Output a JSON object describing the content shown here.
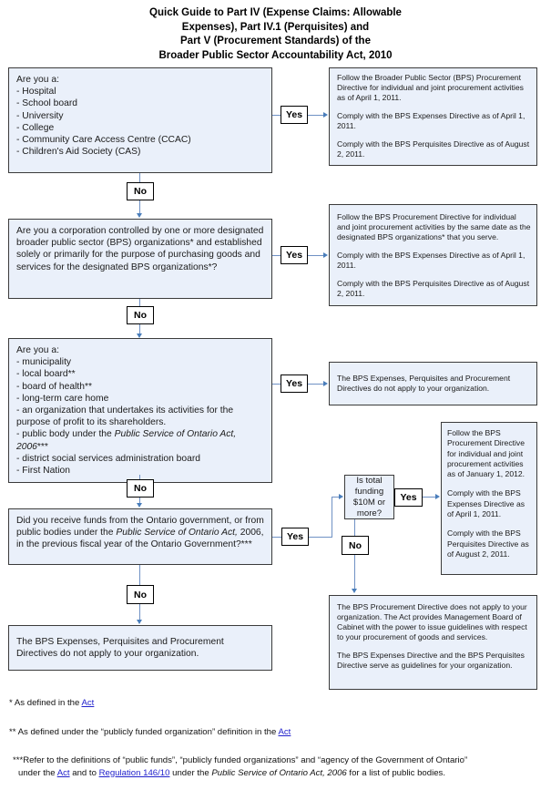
{
  "title": {
    "line1": "Quick Guide to Part IV (Expense Claims: Allowable",
    "line2": "Expenses), Part IV.1 (Perquisites) and",
    "line3": "Part V (Procurement Standards) of the",
    "line4": "Broader Public Sector Accountability Act, 2010"
  },
  "labels": {
    "yes": "Yes",
    "no": "No"
  },
  "q1": {
    "heading": "Are you a:",
    "items": [
      "- Hospital",
      "- School board",
      "- University",
      "- College",
      "- Community Care Access Centre (CCAC)",
      "- Children's Aid Society (CAS)"
    ]
  },
  "a1": {
    "p1": "Follow the Broader Public Sector (BPS) Procurement Directive for individual and joint procurement activities as of April 1, 2011.",
    "p2": "Comply with the BPS Expenses Directive as of April 1, 2011.",
    "p3": "Comply with the BPS Perquisites Directive as of August 2, 2011."
  },
  "q2": {
    "text": "Are you a corporation controlled by one or more designated broader public sector (BPS) organizations* and established solely or primarily for the purpose of purchasing goods and services for the designated BPS organizations*?"
  },
  "a2": {
    "p1": "Follow the BPS Procurement Directive for individual and joint procurement activities by the same date as the designated BPS organizations* that you serve.",
    "p2": "Comply with the BPS Expenses Directive as of April 1, 2011.",
    "p3": "Comply with the BPS Perquisites Directive as of August 2, 2011."
  },
  "q3": {
    "heading": "Are you a:",
    "items": [
      "- municipality",
      "- local board**",
      "- board of health**",
      "- long-term care home",
      "- an organization that undertakes its activities for the purpose of profit to its shareholders.",
      "- district social services administration board",
      "- First Nation"
    ],
    "public_body_prefix": "- public body under the ",
    "public_body_italic": "Public Service of Ontario Act, 2006",
    "public_body_suffix": "***"
  },
  "a3": {
    "text": "The BPS Expenses, Perquisites and Procurement Directives do not apply to your organization."
  },
  "q4": {
    "prefix": "Did you receive funds from the Ontario government, or from public bodies under the ",
    "italic": "Public Service of Ontario Act,",
    "suffix": " 2006, in the previous fiscal year of the Ontario Government?***"
  },
  "q5": {
    "text": "Is total funding $10M or more?"
  },
  "a5": {
    "p1": "Follow the BPS Procurement Directive for individual and joint procurement activities as of January 1, 2012.",
    "p2": "Comply with the BPS Expenses Directive as of April 1, 2011.",
    "p3": "Comply with the BPS Perquisites Directive as of August 2, 2011."
  },
  "a6": {
    "p1": "The BPS Procurement Directive does not apply to your organization. The Act provides Management Board of Cabinet with the power to issue guidelines with respect to your procurement of goods and services.",
    "p2": "The BPS Expenses Directive and the BPS Perquisites Directive serve as guidelines for your organization."
  },
  "a4": {
    "text": "The BPS Expenses, Perquisites and Procurement Directives do not apply to your organization."
  },
  "footnotes": {
    "n1_prefix": "* As defined in the ",
    "n1_link": "Act",
    "n2_prefix": "** As defined under the “publicly funded organization” definition in the ",
    "n2_link": "Act",
    "n3_line1": "***Refer to the definitions of “public funds”, “publicly funded organizations” and “agency of the Government of Ontario”",
    "n3_l2_a": "under the ",
    "n3_link1": "Act",
    "n3_l2_b": " and to  ",
    "n3_link2": "Regulation 146/10",
    "n3_l2_c": " under the ",
    "n3_italic": "Public Service of Ontario Act, 2006",
    "n3_l2_d": " for a list of public bodies."
  },
  "colors": {
    "box_fill": "#eaf0fa",
    "box_border": "#3b3b3b",
    "connector": "#6f91c4",
    "link": "#2222cc"
  }
}
